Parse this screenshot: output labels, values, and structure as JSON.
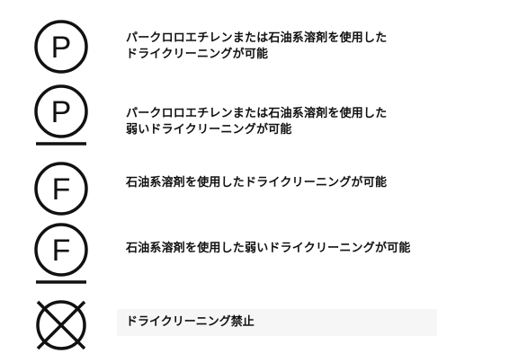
{
  "symbols": [
    {
      "icon": "dry-clean-p-icon",
      "letter": "P",
      "line1": "パークロロエチレンまたは石油系溶剤を使用した",
      "line2": "ドライクリーニングが可能"
    },
    {
      "icon": "dry-clean-p-gentle-icon",
      "letter": "P",
      "line1": "パークロロエチレンまたは石油系溶剤を使用した",
      "line2": "弱いドライクリーニングが可能"
    },
    {
      "icon": "dry-clean-f-icon",
      "letter": "F",
      "line1": "石油系溶剤を使用したドライクリーニングが可能"
    },
    {
      "icon": "dry-clean-f-gentle-icon",
      "letter": "F",
      "line1": "石油系溶剤を使用した弱いドライクリーニングが可能"
    },
    {
      "icon": "no-dry-clean-icon",
      "line1": "ドライクリーニング禁止"
    }
  ],
  "colors": {
    "ink": "#111111",
    "background": "#ffffff"
  }
}
